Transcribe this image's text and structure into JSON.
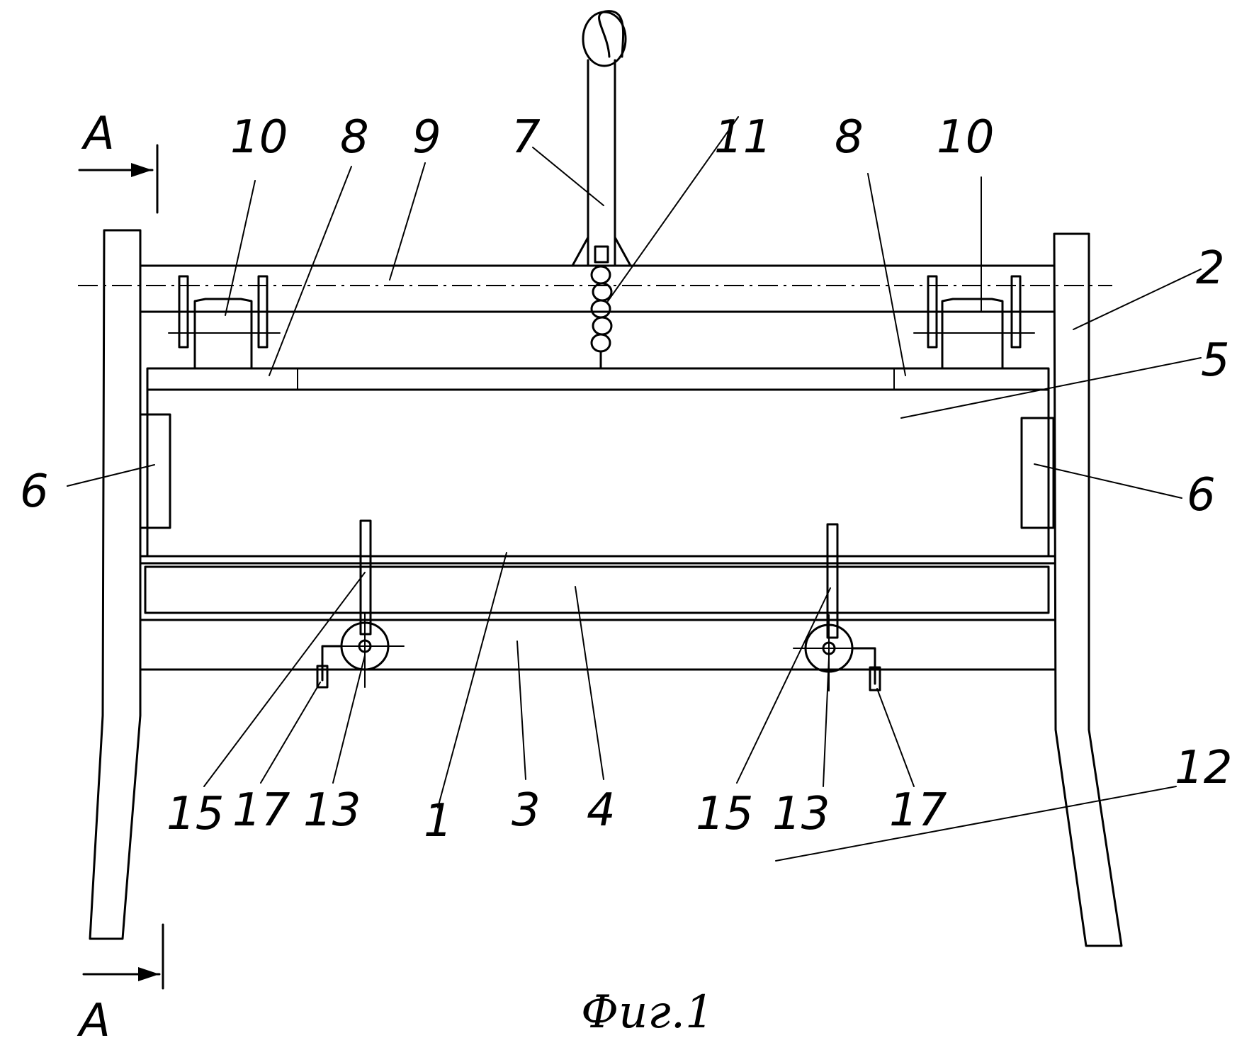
{
  "labels": {
    "l1": "1",
    "l2": "2",
    "l3": "3",
    "l4": "4",
    "l5": "5",
    "l6": "6",
    "l7": "7",
    "l8": "8",
    "l9": "9",
    "l10": "10",
    "l11": "11",
    "l12": "12",
    "l13": "13",
    "l15": "15",
    "l17": "17",
    "section": "A"
  },
  "caption": "Фиг.1"
}
